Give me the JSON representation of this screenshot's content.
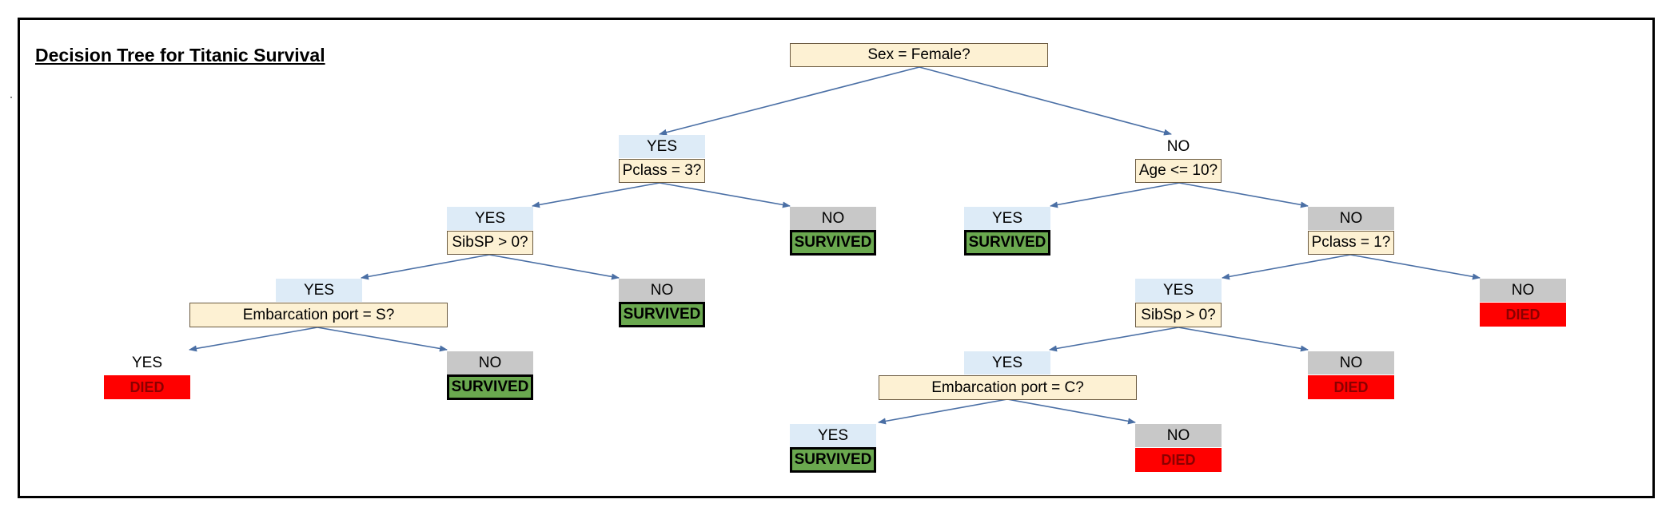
{
  "title": "Decision Tree for Titanic Survival",
  "colors": {
    "question_fill": "#fdf1d3",
    "yes_fill": "#ddebf7",
    "no_fill": "#c8c8c8",
    "survived_fill": "#6aa84f",
    "died_fill": "#ff0000",
    "edge": "#4a6fa5"
  },
  "nodes": {
    "root": {
      "text": "Sex = Female?"
    },
    "n1_yes": {
      "text": "YES"
    },
    "n1_q": {
      "text": "Pclass = 3?"
    },
    "n2_no": {
      "text": "NO"
    },
    "n2_q": {
      "text": "Age <= 10?"
    },
    "n3_yes": {
      "text": "YES"
    },
    "n3_q": {
      "text": "SibSP > 0?"
    },
    "n4_no": {
      "text": "NO"
    },
    "n4_out": {
      "text": "SURVIVED"
    },
    "n5_yes": {
      "text": "YES"
    },
    "n5_out": {
      "text": "SURVIVED"
    },
    "n6_no": {
      "text": "NO"
    },
    "n6_q": {
      "text": "Pclass = 1?"
    },
    "n7_yes": {
      "text": "YES"
    },
    "n7_q": {
      "text": "Embarcation port = S?"
    },
    "n8_no": {
      "text": "NO"
    },
    "n8_out": {
      "text": "SURVIVED"
    },
    "n9_yes": {
      "text": "YES"
    },
    "n9_q": {
      "text": "SibSp > 0?"
    },
    "n10_no": {
      "text": "NO"
    },
    "n10_out": {
      "text": "DIED"
    },
    "n11_yes": {
      "text": "YES"
    },
    "n11_out": {
      "text": "DIED"
    },
    "n12_no": {
      "text": "NO"
    },
    "n12_out": {
      "text": "SURVIVED"
    },
    "n13_yes": {
      "text": "YES"
    },
    "n13_q": {
      "text": "Embarcation port = C?"
    },
    "n14_no": {
      "text": "NO"
    },
    "n14_out": {
      "text": "DIED"
    },
    "n15_yes": {
      "text": "YES"
    },
    "n15_out": {
      "text": "SURVIVED"
    },
    "n16_no": {
      "text": "NO"
    },
    "n16_out": {
      "text": "DIED"
    }
  }
}
